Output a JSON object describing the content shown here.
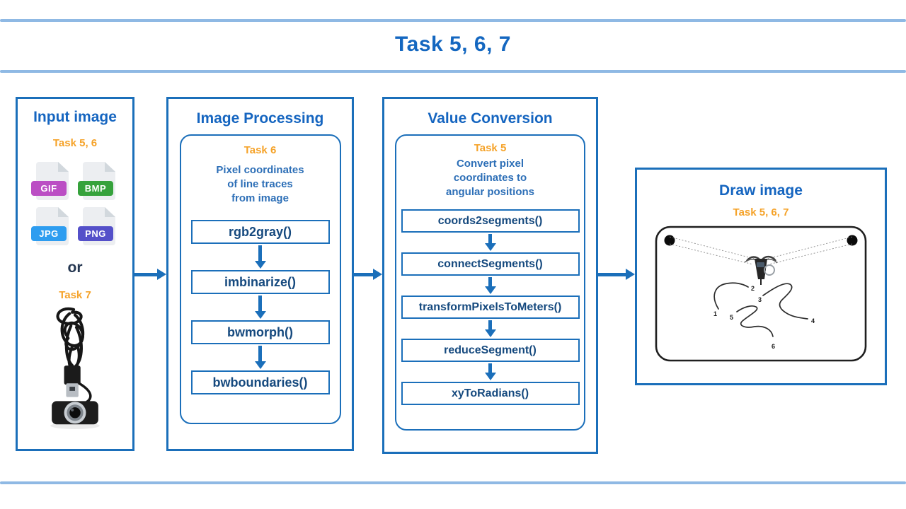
{
  "header": {
    "title": "Task 5, 6, 7"
  },
  "colors": {
    "accent_blue": "#1b6fba",
    "heading_blue": "#1565c0",
    "description_blue": "#2d6fb7",
    "function_text_blue": "#15497e",
    "task_orange": "#f5a228",
    "divider_light_blue": "#8fb9e4"
  },
  "input": {
    "title": "Input image",
    "task_label": "Task 5, 6",
    "file_types": [
      {
        "label": "GIF",
        "color": "#bb4fc4"
      },
      {
        "label": "BMP",
        "color": "#36a23c"
      },
      {
        "label": "JPG",
        "color": "#2e9df0"
      },
      {
        "label": "PNG",
        "color": "#5450c9"
      }
    ],
    "or_label": "or",
    "task_label_2": "Task 7",
    "device_icon": "usb-webcam-photo"
  },
  "processing": {
    "title": "Image Processing",
    "task_label": "Task 6",
    "description": "Pixel coordinates\nof line traces\nfrom image",
    "functions": [
      "rgb2gray()",
      "imbinarize()",
      "bwmorph()",
      "bwboundaries()"
    ]
  },
  "conversion": {
    "title": "Value Conversion",
    "task_label": "Task 5",
    "description": "Convert pixel\ncoordinates to\nangular positions",
    "functions": [
      "coords2segments()",
      "connectSegments()",
      "transformPixelsToMeters()",
      "reduceSegment()",
      "xyToRadians()"
    ]
  },
  "draw": {
    "title": "Draw image",
    "task_label": "Task 5, 6, 7",
    "waypoints": [
      "1",
      "2",
      "3",
      "4",
      "5",
      "6"
    ]
  }
}
